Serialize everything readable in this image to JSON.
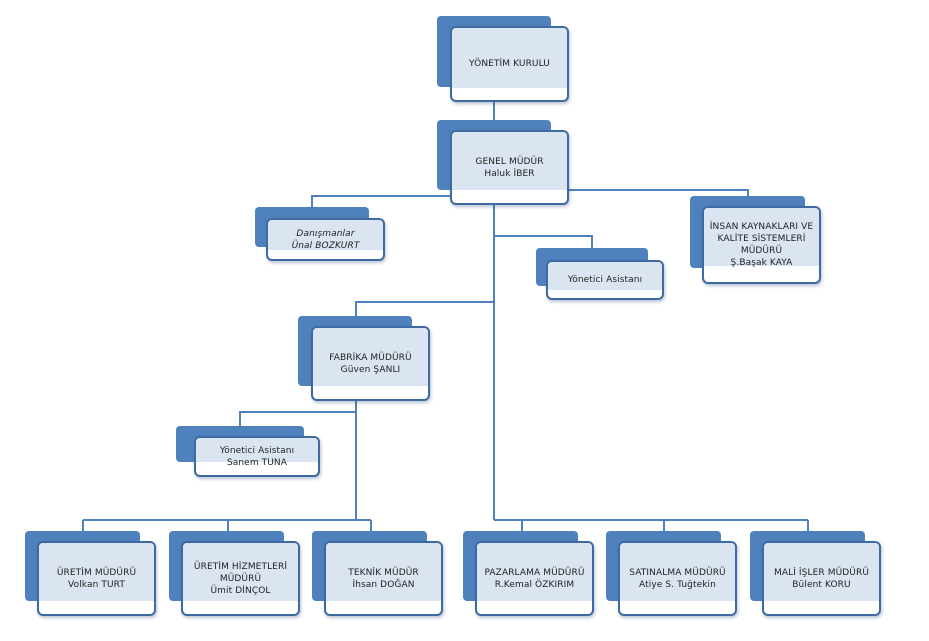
{
  "nodes": {
    "board": {
      "title": "YÖNETİM  KURULU"
    },
    "gm": {
      "title": "GENEL  MÜDÜR",
      "person": "Haluk İBER"
    },
    "consultants": {
      "title": "Danışmanlar",
      "person": "Ünal BOZKURT"
    },
    "hr": {
      "title_line1": "İNSAN KAYNAKLARI  VE",
      "title_line2": "KALİTE SİSTEMLERİ",
      "title_line3": "MÜDÜRÜ",
      "person": "Ş.Başak KAYA"
    },
    "exec_assistant": {
      "title": "Yönetici Asistanı"
    },
    "factory": {
      "title": "FABRİKA MÜDÜRÜ",
      "person": "Güven ŞANLI"
    },
    "factory_assistant": {
      "title": "Yönetici Asistanı",
      "person": "Sanem TUNA"
    },
    "production": {
      "title": "ÜRETİM  MÜDÜRÜ",
      "person": "Volkan TURT"
    },
    "production_services": {
      "title_line1": "ÜRETİM  HİZMETLERİ",
      "title_line2": "MÜDÜRÜ",
      "person": "Ümit DİNÇOL"
    },
    "technical": {
      "title": "TEKNİK MÜDÜR",
      "person": "İhsan DOĞAN"
    },
    "marketing": {
      "title": "PAZARLAMA  MÜDÜRÜ",
      "person": "R.Kemal ÖZKIRIM"
    },
    "purchasing": {
      "title": "SATINALMA  MÜDÜRÜ",
      "person": "Atiye S. Tuğtekin"
    },
    "finance": {
      "title": "MALİ İŞLER MÜDÜRÜ",
      "person": "Bülent KORU"
    }
  },
  "colors": {
    "box_back": "#4f81bd",
    "box_border": "#3d6aa3",
    "box_band": "#dbe5f1",
    "connector": "#4f81bd"
  }
}
